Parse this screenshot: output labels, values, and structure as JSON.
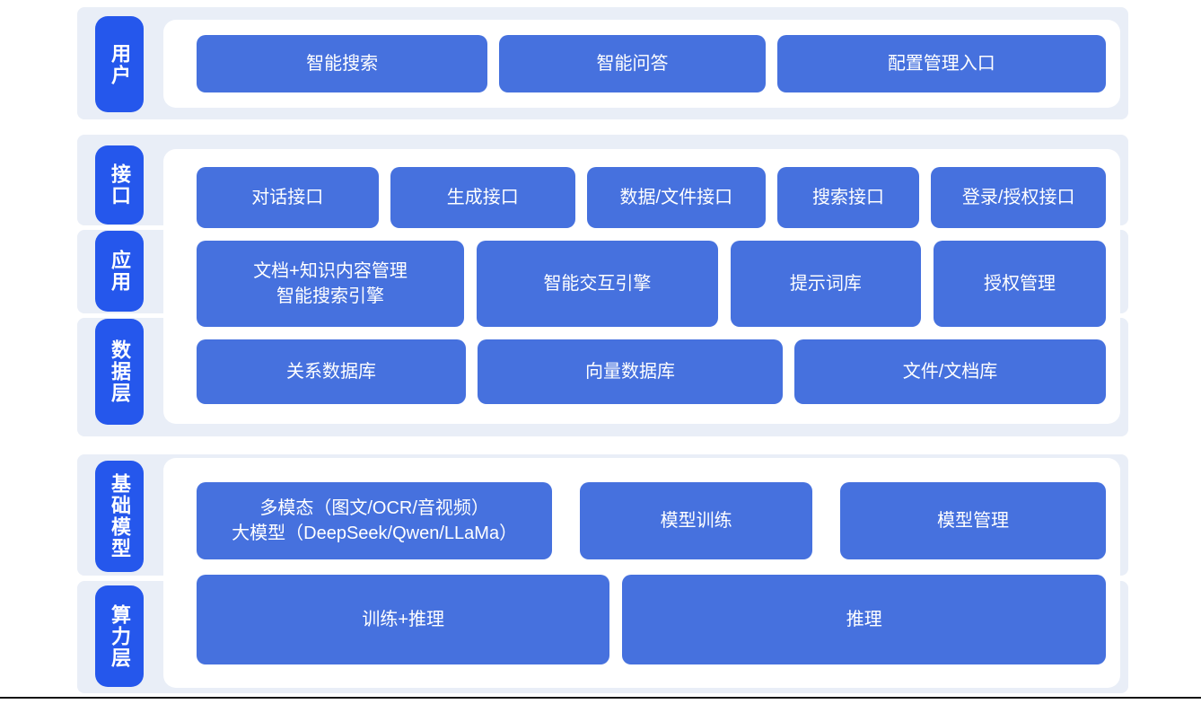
{
  "colors": {
    "strip_bg": "#e9eef7",
    "pill_blue": "#2557ec",
    "box_blue": "#4671de",
    "panel_bg": "#ffffff",
    "text_on_blue": "#ffffff",
    "bottom_line": "#141414"
  },
  "sections": [
    {
      "pills": [
        {
          "label": "用户"
        }
      ],
      "rows": [
        {
          "boxes": [
            {
              "label": "智能搜索"
            },
            {
              "label": "智能问答"
            },
            {
              "label": "配置管理入口"
            }
          ]
        }
      ]
    },
    {
      "pills": [
        {
          "label": "接口"
        },
        {
          "label": "应用"
        },
        {
          "label": "数据层"
        }
      ],
      "rows": [
        {
          "boxes": [
            {
              "label": "对话接口"
            },
            {
              "label": "生成接口"
            },
            {
              "label": "数据/文件接口"
            },
            {
              "label": "搜索接口"
            },
            {
              "label": "登录/授权接口"
            }
          ]
        },
        {
          "boxes": [
            {
              "line1": "文档+知识内容管理",
              "line2": "智能搜索引擎"
            },
            {
              "label": "智能交互引擎"
            },
            {
              "label": "提示词库"
            },
            {
              "label": "授权管理"
            }
          ]
        },
        {
          "boxes": [
            {
              "label": "关系数据库"
            },
            {
              "label": "向量数据库"
            },
            {
              "label": "文件/文档库"
            }
          ]
        }
      ]
    },
    {
      "pills": [
        {
          "label": "基础模型"
        },
        {
          "label": "算力层"
        }
      ],
      "rows": [
        {
          "boxes": [
            {
              "line1": "多模态（图文/OCR/音视频）",
              "line2": "大模型（DeepSeek/Qwen/LLaMa）"
            },
            {
              "label": "模型训练"
            },
            {
              "label": "模型管理"
            }
          ]
        },
        {
          "boxes": [
            {
              "label": "训练+推理"
            },
            {
              "label": "推理"
            }
          ]
        }
      ]
    }
  ]
}
